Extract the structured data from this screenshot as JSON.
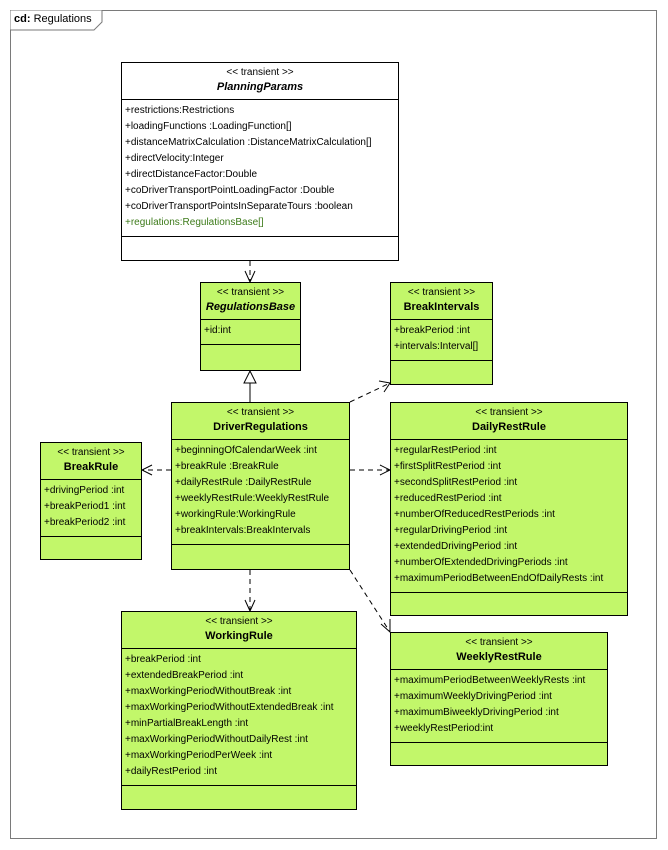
{
  "frame": {
    "kind": "cd:",
    "name": "Regulations"
  },
  "colors": {
    "white_fill": "#ffffff",
    "green_fill": "#c2f76a",
    "stroke": "#000000",
    "derived_text": "#3c7a19"
  },
  "classes": {
    "planning_params": {
      "stereotype": "<< transient >>",
      "name": "PlanningParams",
      "attributes": [
        "+restrictions:Restrictions",
        "+loadingFunctions :LoadingFunction[]",
        "+distanceMatrixCalculation :DistanceMatrixCalculation[]",
        "+directVelocity:Integer",
        "+directDistanceFactor:Double",
        "+coDriverTransportPointLoadingFactor :Double",
        "+coDriverTransportPointsInSeparateTours :boolean",
        "+regulations:RegulationsBase[]"
      ]
    },
    "regulations_base": {
      "stereotype": "<< transient >>",
      "name": "RegulationsBase",
      "attributes": [
        "+id:int"
      ]
    },
    "break_intervals": {
      "stereotype": "<< transient >>",
      "name": "BreakIntervals",
      "attributes": [
        "+breakPeriod :int",
        "+intervals:Interval[]"
      ]
    },
    "driver_regulations": {
      "stereotype": "<< transient >>",
      "name": "DriverRegulations",
      "attributes": [
        "+beginningOfCalendarWeek :int",
        "+breakRule :BreakRule",
        "+dailyRestRule :DailyRestRule",
        "+weeklyRestRule:WeeklyRestRule",
        "+workingRule:WorkingRule",
        "+breakIntervals:BreakIntervals"
      ]
    },
    "break_rule": {
      "stereotype": "<< transient >>",
      "name": "BreakRule",
      "attributes": [
        "+drivingPeriod :int",
        "+breakPeriod1 :int",
        "+breakPeriod2 :int"
      ]
    },
    "daily_rest_rule": {
      "stereotype": "<< transient >>",
      "name": "DailyRestRule",
      "attributes": [
        "+regularRestPeriod :int",
        "+firstSplitRestPeriod :int",
        "+secondSplitRestPeriod :int",
        "+reducedRestPeriod :int",
        "+numberOfReducedRestPeriods :int",
        "+regularDrivingPeriod :int",
        "+extendedDrivingPeriod :int",
        "+numberOfExtendedDrivingPeriods :int",
        "+maximumPeriodBetweenEndOfDailyRests :int"
      ]
    },
    "working_rule": {
      "stereotype": "<< transient >>",
      "name": "WorkingRule",
      "attributes": [
        "+breakPeriod :int",
        "+extendedBreakPeriod :int",
        "+maxWorkingPeriodWithoutBreak :int",
        "+maxWorkingPeriodWithoutExtendedBreak :int",
        "+minPartialBreakLength :int",
        "+maxWorkingPeriodWithoutDailyRest :int",
        "+maxWorkingPeriodPerWeek :int",
        "+dailyRestPeriod :int"
      ]
    },
    "weekly_rest_rule": {
      "stereotype": "<< transient >>",
      "name": "WeeklyRestRule",
      "attributes": [
        "+maximumPeriodBetweenWeeklyRests :int",
        "+maximumWeeklyDrivingPeriod :int",
        "+maximumBiweeklyDrivingPeriod :int",
        "+weeklyRestPeriod:int"
      ]
    }
  }
}
